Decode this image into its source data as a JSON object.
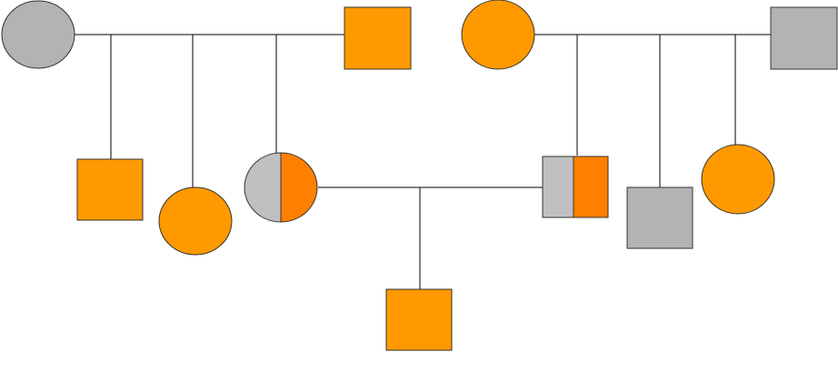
{
  "diagram": {
    "type": "pedigree-chart",
    "colors": {
      "unaffected": "#b3b3b3",
      "affected": "#ff9900",
      "carrier_gray": "#c0c0c0",
      "carrier_orange": "#ff8000",
      "line": "#000000"
    },
    "individuals": [
      {
        "id": "gen1-left-female",
        "sex": "female",
        "status": "unaffected"
      },
      {
        "id": "gen1-left-male",
        "sex": "male",
        "status": "affected"
      },
      {
        "id": "gen1-right-female",
        "sex": "female",
        "status": "affected"
      },
      {
        "id": "gen1-right-male",
        "sex": "male",
        "status": "unaffected"
      },
      {
        "id": "gen2-son-1",
        "sex": "male",
        "status": "affected"
      },
      {
        "id": "gen2-daughter-1",
        "sex": "female",
        "status": "affected"
      },
      {
        "id": "gen2-daughter-carrier",
        "sex": "female",
        "status": "carrier"
      },
      {
        "id": "gen2-son-carrier",
        "sex": "male",
        "status": "carrier"
      },
      {
        "id": "gen2-son-2",
        "sex": "male",
        "status": "unaffected"
      },
      {
        "id": "gen2-daughter-2",
        "sex": "female",
        "status": "affected"
      },
      {
        "id": "gen3-son",
        "sex": "male",
        "status": "affected"
      }
    ],
    "couples": [
      {
        "partners": [
          "gen1-left-female",
          "gen1-left-male"
        ],
        "children": [
          "gen2-son-1",
          "gen2-daughter-1",
          "gen2-daughter-carrier"
        ]
      },
      {
        "partners": [
          "gen1-right-female",
          "gen1-right-male"
        ],
        "children": [
          "gen2-son-carrier",
          "gen2-son-2",
          "gen2-daughter-2"
        ]
      },
      {
        "partners": [
          "gen2-daughter-carrier",
          "gen2-son-carrier"
        ],
        "children": [
          "gen3-son"
        ]
      }
    ]
  }
}
